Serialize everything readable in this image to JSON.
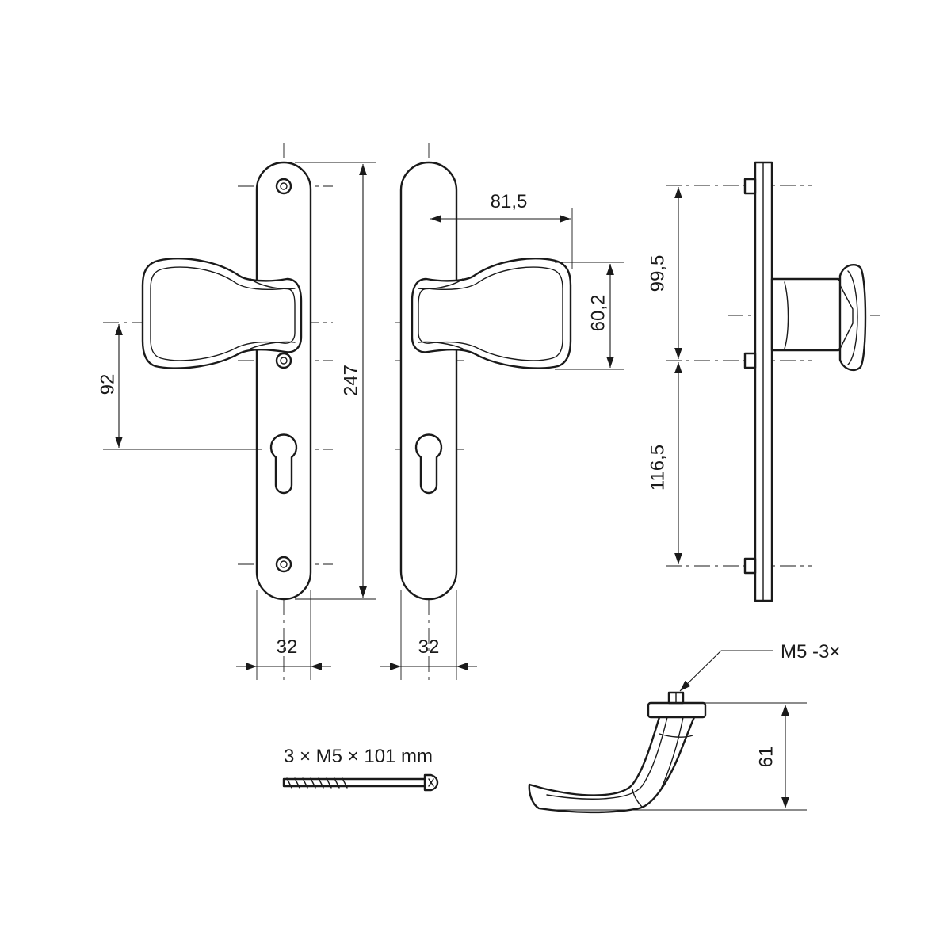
{
  "dimensions": {
    "plate_length": "247",
    "knob_to_cylinder": "92",
    "front_plate_width": "32",
    "back_plate_width": "32",
    "knob_projection": "81,5",
    "knob_height": "60,2",
    "upper_screw_spacing": "99,5",
    "lower_screw_spacing": "116,5",
    "lever_height": "61",
    "thread_callout": "M5 -3×",
    "screw_spec": "3 × M5 × 101 mm"
  },
  "colors": {
    "line": "#1a1a1a",
    "background": "#ffffff"
  }
}
